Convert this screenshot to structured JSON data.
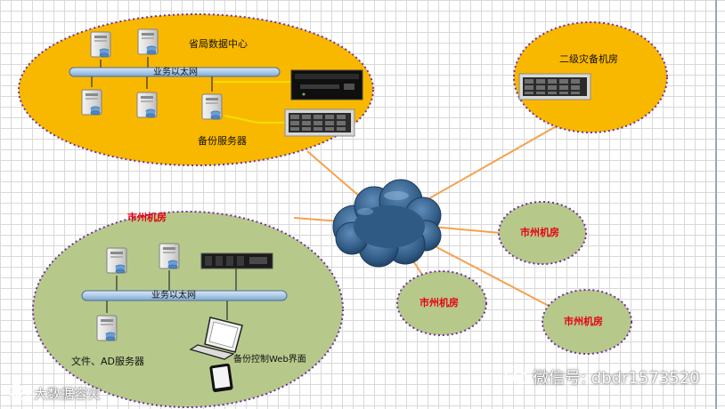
{
  "colors": {
    "province_fill": "#f9b800",
    "ellipse_border": "#7030a0",
    "city_fill": "#b7c98a",
    "link_orange": "#f6a14c",
    "bus_fill": "#b7cee6",
    "cloud_fill": "#3d6a94",
    "red_label": "#e60012"
  },
  "province": {
    "title": "省局数据中心",
    "bus_label": "业务以太网",
    "backup_server_label": "备份服务器"
  },
  "dr_site": {
    "title": "二级灾备机房"
  },
  "city_main": {
    "title": "市州机房",
    "bus_label": "业务以太网",
    "file_server_label": "文件、AD服务器",
    "web_ui_label": "备份控制Web界面"
  },
  "city_small": [
    {
      "title": "市州机房"
    },
    {
      "title": "市州机房"
    },
    {
      "title": "市州机房"
    }
  ],
  "watermark": {
    "wechat": "微信号: dbdr1573520",
    "corner": "大数据容灾",
    "corner_logo": "wechat-logo-icon"
  }
}
